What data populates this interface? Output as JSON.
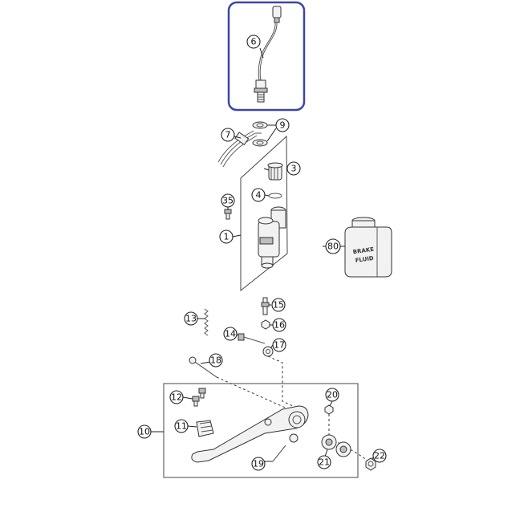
{
  "callouts": [
    {
      "id": "6",
      "label": "6"
    },
    {
      "id": "7",
      "label": "7"
    },
    {
      "id": "9",
      "label": "9"
    },
    {
      "id": "3",
      "label": "3"
    },
    {
      "id": "4",
      "label": "4"
    },
    {
      "id": "35",
      "label": "35"
    },
    {
      "id": "1",
      "label": "1"
    },
    {
      "id": "80",
      "label": "80"
    },
    {
      "id": "13",
      "label": "13"
    },
    {
      "id": "15",
      "label": "15"
    },
    {
      "id": "16",
      "label": "16"
    },
    {
      "id": "14",
      "label": "14"
    },
    {
      "id": "17",
      "label": "17"
    },
    {
      "id": "18",
      "label": "18"
    },
    {
      "id": "20",
      "label": "20"
    },
    {
      "id": "12",
      "label": "12"
    },
    {
      "id": "11",
      "label": "11"
    },
    {
      "id": "10",
      "label": "10"
    },
    {
      "id": "21",
      "label": "21"
    },
    {
      "id": "22",
      "label": "22"
    },
    {
      "id": "19",
      "label": "19"
    }
  ],
  "bottle": {
    "line1": "BRAKE",
    "line2": "FLUID"
  },
  "colors": {
    "highlight": "#3b45a8",
    "ink": "#222222"
  }
}
